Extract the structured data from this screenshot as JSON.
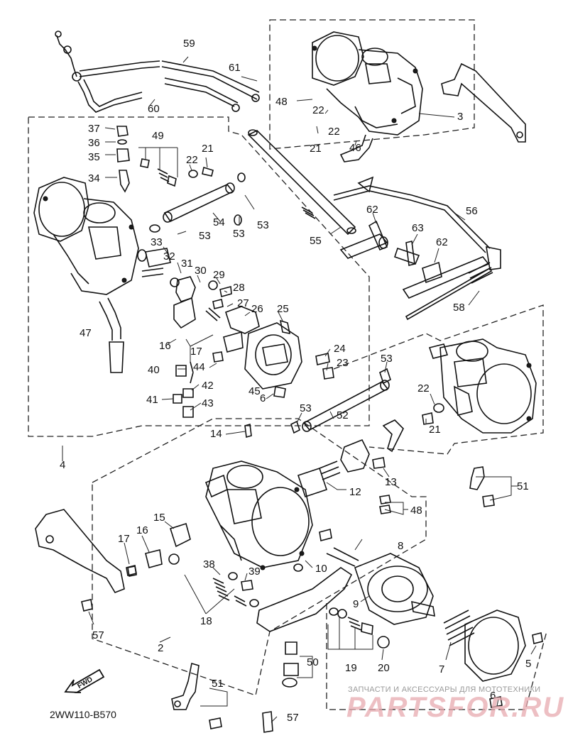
{
  "diagram_code": "2WW110-B570",
  "fwd_label": "FWD",
  "watermark": {
    "top_text": "ЗАПЧАСТИ И АКСЕССУАРЫ ДЛЯ МОТОТЕХНИКИ",
    "brand_text": "PARTSFOR.RU"
  },
  "callouts": {
    "c2": "2",
    "c3": "3",
    "c4": "4",
    "c5": "5",
    "c6a": "6",
    "c6b": "6",
    "c7": "7",
    "c8": "8",
    "c9": "9",
    "c10": "10",
    "c12": "12",
    "c13": "13",
    "c14": "14",
    "c15": "15",
    "c16a": "16",
    "c16b": "16",
    "c17a": "17",
    "c17b": "17",
    "c18": "18",
    "c19": "19",
    "c20": "20",
    "c21a": "21",
    "c21b": "21",
    "c21c": "21",
    "c22a": "22",
    "c22b": "22",
    "c22c": "22",
    "c23": "23",
    "c24": "24",
    "c25": "25",
    "c26": "26",
    "c27": "27",
    "c28": "28",
    "c29": "29",
    "c30": "30",
    "c31": "31",
    "c32": "32",
    "c33": "33",
    "c34": "34",
    "c35": "35",
    "c36": "36",
    "c37": "37",
    "c38": "38",
    "c39": "39",
    "c40": "40",
    "c41": "41",
    "c42": "42",
    "c43": "43",
    "c44": "44",
    "c45": "45",
    "c46": "46",
    "c47": "47",
    "c48a": "48",
    "c48b": "48",
    "c49": "49",
    "c50": "50",
    "c51a": "51",
    "c51b": "51",
    "c52": "52",
    "c53a": "53",
    "c53b": "53",
    "c53c": "53",
    "c53d": "53",
    "c53e": "53",
    "c54": "54",
    "c55": "55",
    "c56": "56",
    "c57a": "57",
    "c57b": "57",
    "c58": "58",
    "c59": "59",
    "c60": "60",
    "c61": "61",
    "c62a": "62",
    "c62b": "62",
    "c63": "63"
  },
  "colors": {
    "line": "#111111",
    "watermark_red": "#e8aab0",
    "watermark_gray": "#9a9a9a"
  }
}
